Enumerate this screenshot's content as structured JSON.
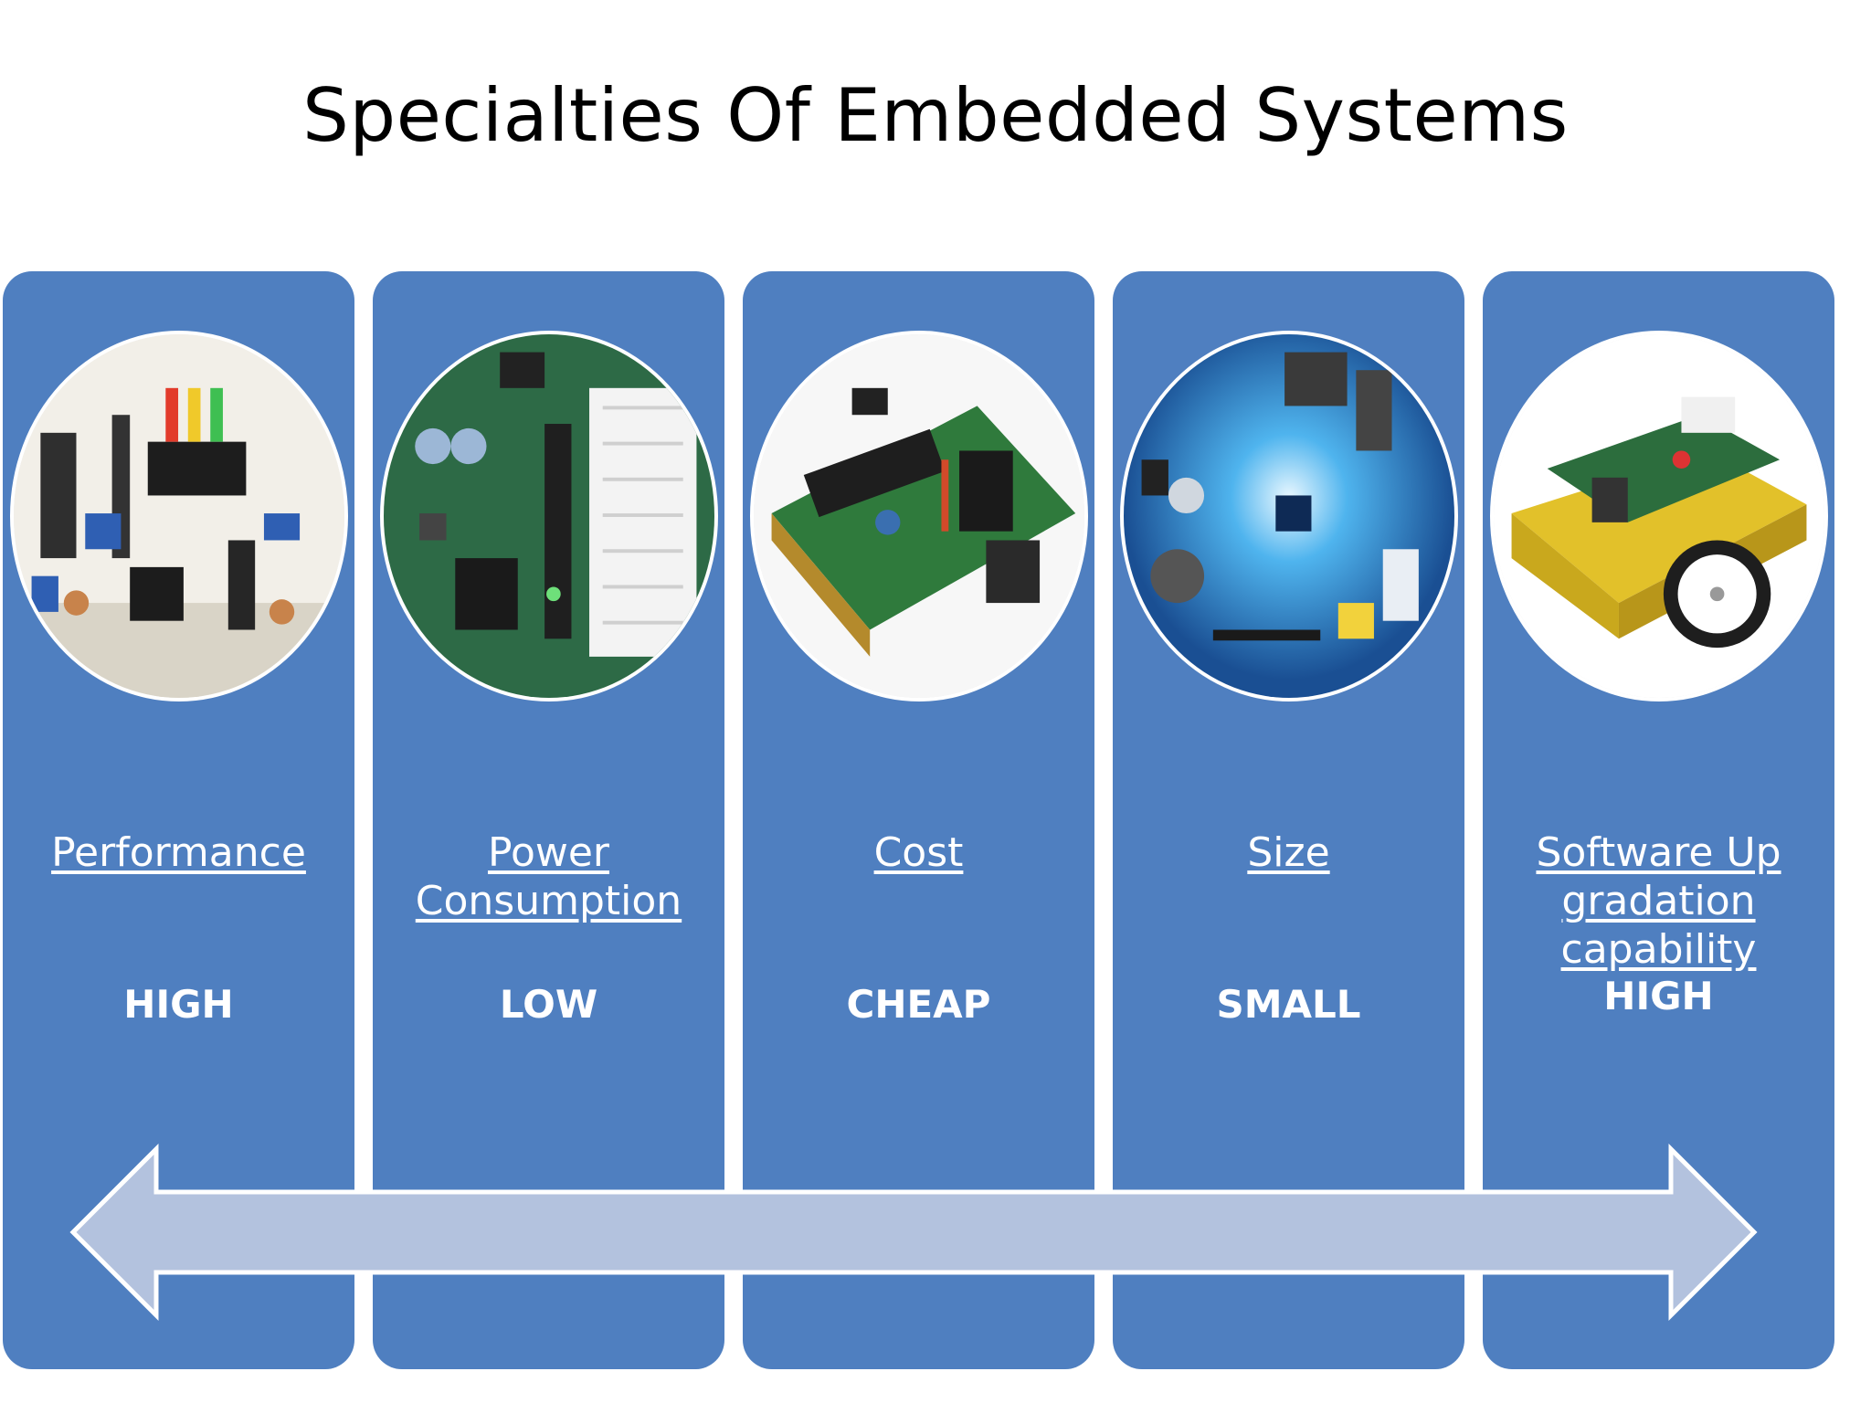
{
  "slide": {
    "title": "Specialties Of Embedded Systems"
  },
  "colors": {
    "column_fill": "#4f7fc0",
    "arrow_fill": "#b3c2de",
    "arrow_stroke": "#ffffff",
    "text": "#ffffff"
  },
  "columns": [
    {
      "label": "Performance",
      "value": "HIGH",
      "image": "circuit-board-leds-photo"
    },
    {
      "label": "Power Consumption",
      "value": "LOW",
      "image": "breadboard-dev-board-photo"
    },
    {
      "label": "Cost",
      "value": "CHEAP",
      "image": "microcontroller-pcb-photo"
    },
    {
      "label": "Size",
      "value": "SMALL",
      "image": "blue-dev-board-photo"
    },
    {
      "label": "Software Up gradation capability",
      "value": "HIGH",
      "image": "robot-car-photo"
    }
  ],
  "arrow": {
    "type": "double-headed-arrow",
    "icon": "left-right-arrow-icon"
  }
}
